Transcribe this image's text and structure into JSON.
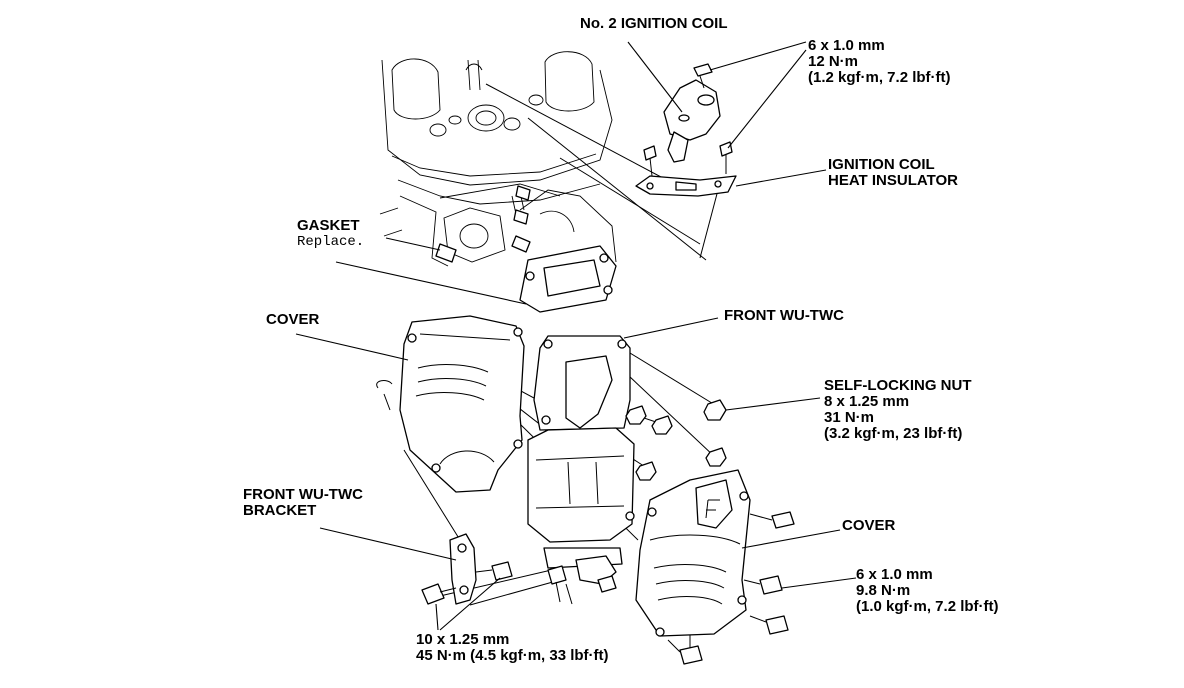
{
  "labels": {
    "ignition_coil": "No. 2 IGNITION COIL",
    "coil_torque": [
      "6 x 1.0 mm",
      "12 N·m",
      "(1.2 kgf·m, 7.2 lbf·ft)"
    ],
    "heat_insulator": [
      "IGNITION COIL",
      "HEAT INSULATOR"
    ],
    "gasket": "GASKET",
    "gasket_note": "Replace.",
    "cover_left": "COVER",
    "front_wu_twc": "FRONT WU-TWC",
    "self_locking_nut": [
      "SELF-LOCKING NUT",
      "8 x 1.25 mm",
      "31 N·m",
      "(3.2 kgf·m, 23 lbf·ft)"
    ],
    "bracket": [
      "FRONT WU-TWC",
      "BRACKET"
    ],
    "cover_right": "COVER",
    "cover_torque": [
      "6 x 1.0 mm",
      "9.8 N·m",
      "(1.0 kgf·m, 7.2 lbf·ft)"
    ],
    "bracket_torque": [
      "10 x 1.25 mm",
      "45 N·m (4.5 kgf·m, 33 lbf·ft)"
    ]
  }
}
